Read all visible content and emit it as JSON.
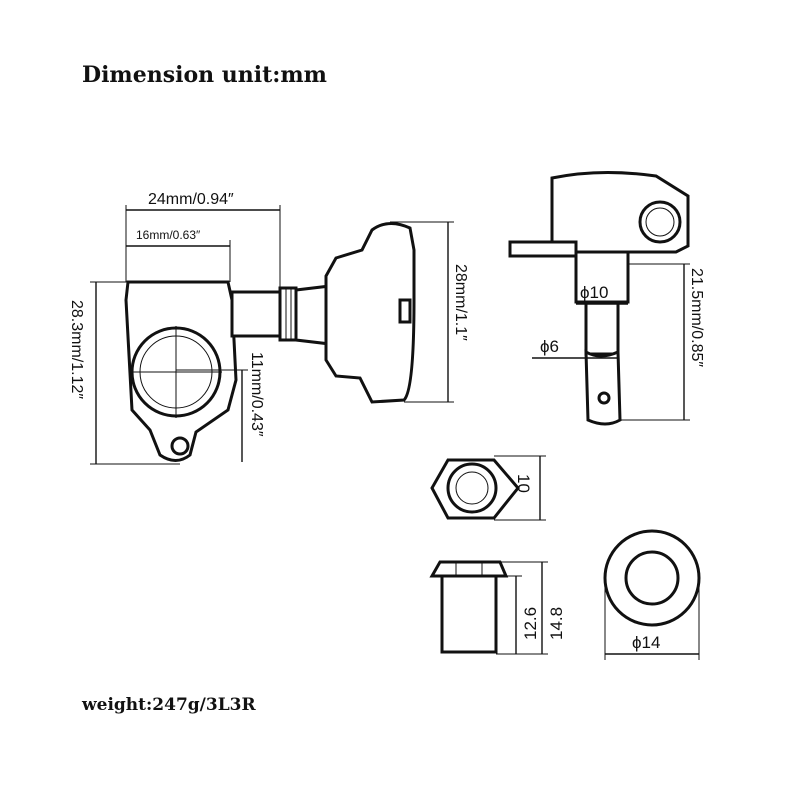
{
  "header": {
    "title": "Dimension unit:mm"
  },
  "footer": {
    "weight": "weight:247g/3L3R"
  },
  "labels": {
    "width_total": "24mm/0.94″",
    "width_inner": "16mm/0.63″",
    "height_left": "28.3mm/1.12″",
    "post_gap": "11mm/0.43″",
    "knob_height": "28mm/1.1″",
    "post_dia": "ϕ10",
    "shaft_dia": "ϕ6",
    "side_height": "21.5mm/0.85″",
    "nut_width": "10",
    "bush_inner": "12.6",
    "bush_outer": "14.8",
    "washer_dia": "ϕ14"
  }
}
